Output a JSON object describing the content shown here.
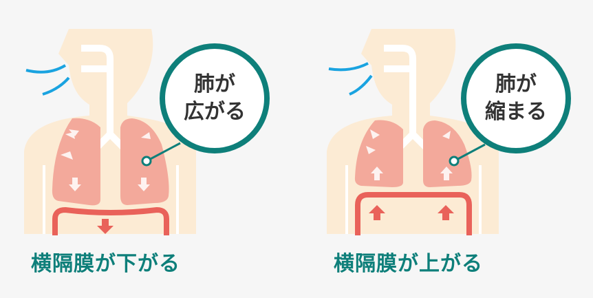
{
  "colors": {
    "teal": "#0e7f7a",
    "skin": "#fcebd4",
    "lung": "#f3a99b",
    "diaphragm": "#e9625a",
    "breath": "#1aa3e0"
  },
  "inhale": {
    "bubble_line1": "肺が",
    "bubble_line2": "広がる",
    "caption": "横隔膜が下がる"
  },
  "exhale": {
    "bubble_line1": "肺が",
    "bubble_line2": "縮まる",
    "caption": "横隔膜が上がる"
  }
}
